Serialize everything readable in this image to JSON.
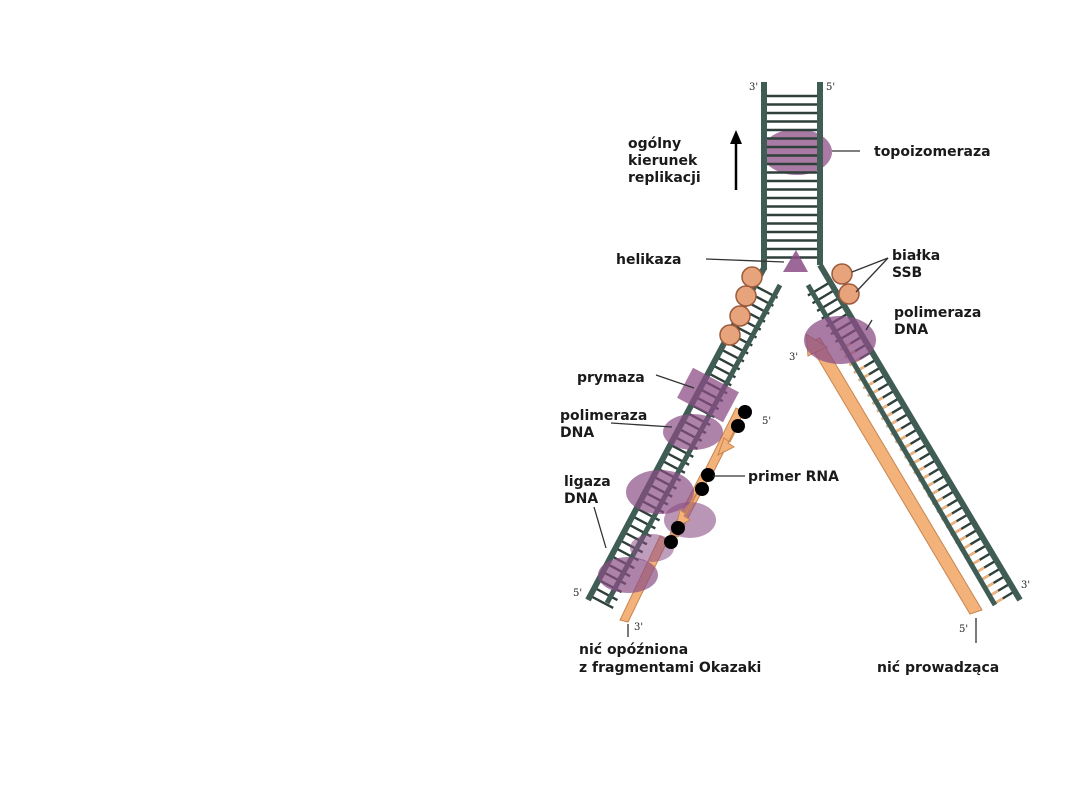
{
  "labels": {
    "overall_direction": [
      "ogólny",
      "kierunek",
      "replikacji"
    ],
    "topoisomerase": "topoizomeraza",
    "helicase": "helikaza",
    "ssb": [
      "białka",
      "SSB"
    ],
    "polymerase_right": [
      "polimeraza",
      "DNA"
    ],
    "primase": "prymaza",
    "polymerase_left": [
      "polimeraza",
      "DNA"
    ],
    "rna_primer": "primer RNA",
    "ligase": [
      "ligaza",
      "DNA"
    ],
    "lagging_strand": [
      "nić opóźniona",
      "z fragmentami Okazaki"
    ],
    "leading_strand": "nić prowadząca"
  },
  "strand_ends": {
    "top_left": "3'",
    "top_right": "5'",
    "lagging_primer_end": "5'",
    "right_new_strand": "3'",
    "bottom_left_outer": "5'",
    "bottom_left_inner": "3'",
    "bottom_right_outer": "3'",
    "bottom_right_inner": "5'"
  },
  "colors": {
    "backbone": "#3f5d55",
    "rung": "#2f3f3a",
    "new_strand": "#f2b27a",
    "enzyme": "#8b4e86",
    "ssb": "#e7a47c",
    "primer": "#000000"
  }
}
